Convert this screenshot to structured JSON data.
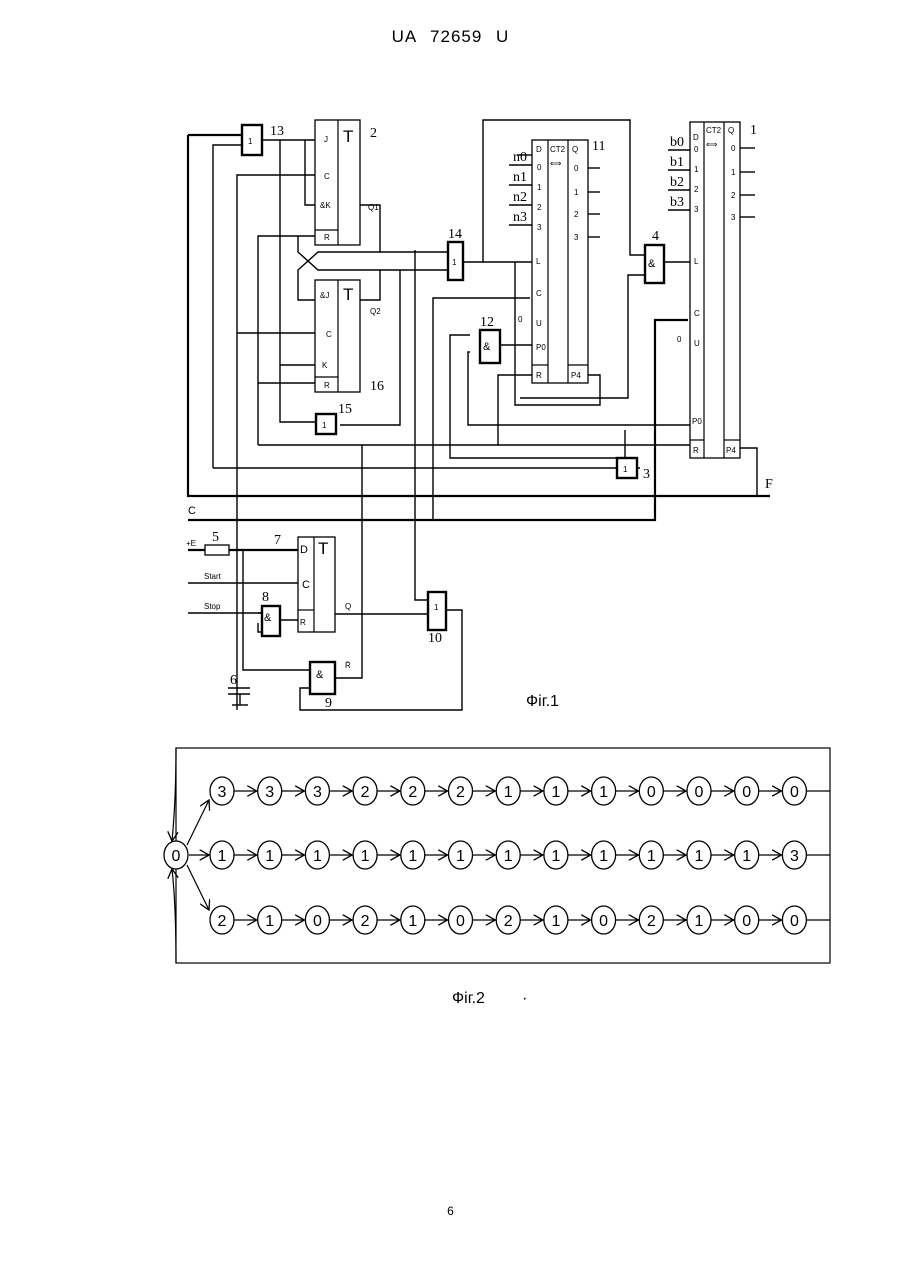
{
  "header": {
    "text": "UA 72659 U"
  },
  "fig1": {
    "caption": "Фіг.1",
    "block_numbers": {
      "b1": "1",
      "b2": "2",
      "b3": "3",
      "b4": "4",
      "b5": "5",
      "b6": "6",
      "b7": "7",
      "b8": "8",
      "b9": "9",
      "b10": "10",
      "b11": "11",
      "b12": "12",
      "b13": "13",
      "b14": "14",
      "b15": "15",
      "b16": "16"
    },
    "gate_symbols": {
      "or": "1",
      "and": "&"
    },
    "trigger": {
      "T": "T",
      "D": "D",
      "J": "J",
      "K": "K",
      "C": "C",
      "R": "R",
      "andK": "&K",
      "andJ": "&J",
      "Q1": "Q1",
      "Q2": "Q2",
      "Q": "Q",
      "Rbar": "R̄"
    },
    "counter": {
      "title": "CT2",
      "arrows": "⟺",
      "D": "D",
      "Q": "Q",
      "L": "L",
      "C": "C",
      "U": "U",
      "P0": "P0",
      "P4": "P4",
      "R": "R",
      "zero": "0",
      "pins": [
        "0",
        "1",
        "2",
        "3"
      ]
    },
    "inputs_n": [
      "n0",
      "n1",
      "n2",
      "n3"
    ],
    "inputs_b": [
      "b0",
      "b1",
      "b2",
      "b3"
    ],
    "signals": {
      "F": "F",
      "C": "C",
      "E": "+E",
      "start": "Start",
      "stop": "Stop"
    }
  },
  "fig2": {
    "caption": "Фіг.2",
    "mark": "·",
    "start": "0",
    "rows": [
      [
        "3",
        "3",
        "3",
        "2",
        "2",
        "2",
        "1",
        "1",
        "1",
        "0",
        "0",
        "0",
        "0"
      ],
      [
        "1",
        "1",
        "1",
        "1",
        "1",
        "1",
        "1",
        "1",
        "1",
        "1",
        "1",
        "1",
        "3"
      ],
      [
        "2",
        "1",
        "0",
        "2",
        "1",
        "0",
        "2",
        "1",
        "0",
        "2",
        "1",
        "0",
        "0"
      ]
    ]
  },
  "page_number": "6"
}
